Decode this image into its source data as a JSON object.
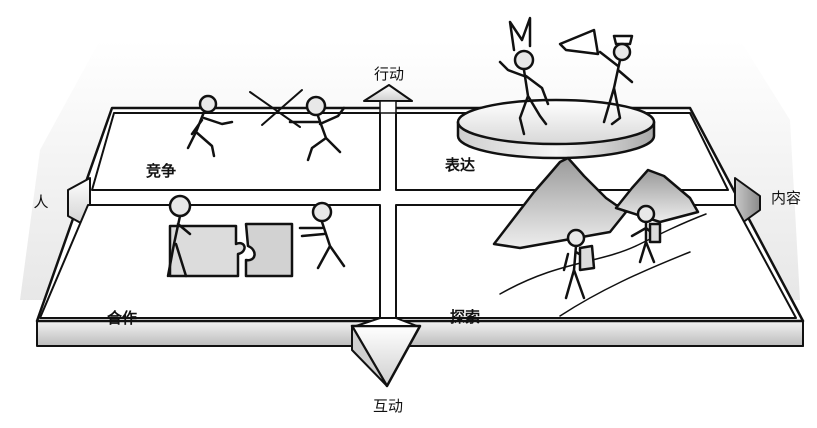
{
  "axes": {
    "top": "行动",
    "bottom": "互动",
    "left": "人",
    "right": "内容"
  },
  "quadrants": {
    "top_left": "竞争",
    "top_right": "表达",
    "bottom_left": "合作",
    "bottom_right": "探索"
  }
}
